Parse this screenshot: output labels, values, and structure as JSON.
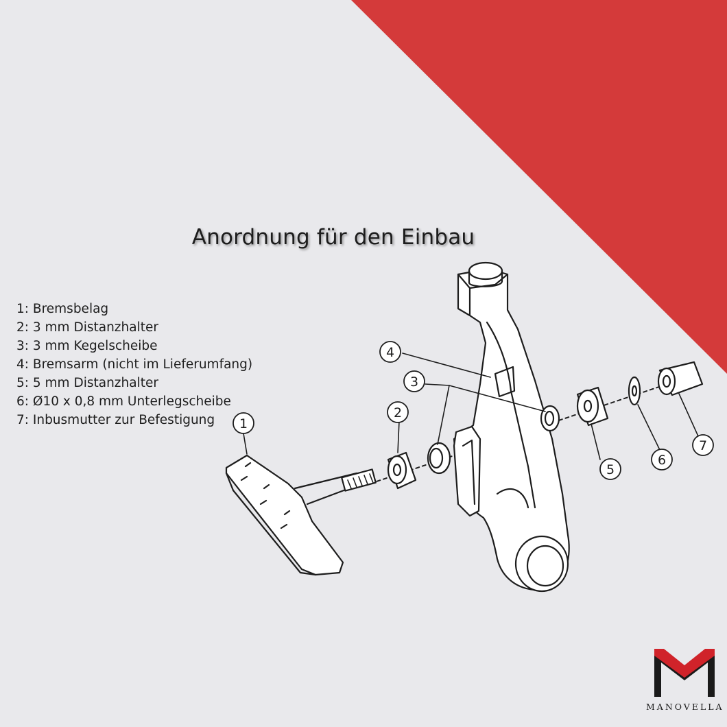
{
  "title": "Anordnung für den Einbau",
  "legend": [
    "1: Bremsbelag",
    "2: 3 mm Distanzhalter",
    "3: 3 mm Kegelscheibe",
    "4: Bremsarm (nicht im Lieferumfang)",
    "5: 5 mm Distanzhalter",
    "6: Ø10 x 0,8 mm Unterlegscheibe",
    "7: Inbusmutter zur Befestigung"
  ],
  "callouts": [
    "1",
    "2",
    "3",
    "4",
    "5",
    "6",
    "7"
  ],
  "brand": {
    "name": "MANOVELLA",
    "logo_colors": {
      "red": "#d0232a",
      "black": "#1a1a1a"
    }
  },
  "colors": {
    "background": "#e9e9ec",
    "accent_red": "#d43a3a",
    "line": "#1d1d1d"
  }
}
